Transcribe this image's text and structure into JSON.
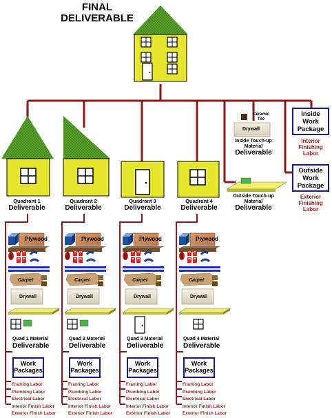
{
  "title_line1": "FINAL",
  "title_line2": "DELIVERABLE",
  "quadrants": [
    {
      "sub": "Quadrant 1",
      "main": "Deliverable",
      "material_sub": "Quad 1 Material",
      "material_main": "Deliverable"
    },
    {
      "sub": "Quadrant 2",
      "main": "Deliverable",
      "material_sub": "Quad 2 Material",
      "material_main": "Deliverable"
    },
    {
      "sub": "Quadrant 3",
      "main": "Deliverable",
      "material_sub": "Quad 3 Material",
      "material_main": "Deliverable"
    },
    {
      "sub": "Quadrant 4",
      "main": "Deliverable",
      "material_sub": "Quad 4 Material",
      "material_main": "Deliverable"
    }
  ],
  "material_labels": {
    "plywood": "Plywood",
    "carpet": "Carpet",
    "drywall": "Drywall",
    "ceramic_tile": "Ceramic Tile"
  },
  "inside_touchup": {
    "sub1": "Inside Touch-up",
    "sub2": "Material",
    "main": "Deliverable"
  },
  "outside_touchup": {
    "sub1": "Outside Touch-up",
    "sub2": "Material",
    "main": "Deliverable"
  },
  "inside_package": {
    "line1": "Inside",
    "line2": "Work",
    "line3": "Package",
    "labor1": "Interior",
    "labor2": "Finishing",
    "labor3": "Labor"
  },
  "outside_package": {
    "line1": "Outside",
    "line2": "Work",
    "line3": "Package",
    "labor1": "Exterior",
    "labor2": "Finishing",
    "labor3": "Labor"
  },
  "work_packages": {
    "line1": "Work",
    "line2": "Packages"
  },
  "labor_items": [
    "Framing Labor",
    "Plumbing Labor",
    "Electrical Labor",
    "Interior Finish Labor",
    "Exterior Finish Labor"
  ],
  "colors": {
    "tree_line": "#8b1a1a",
    "wall": "#e6e62e",
    "roof": "#5aa02c",
    "box_border": "#1a1a7a",
    "labor_text": "#9b1a1a"
  }
}
